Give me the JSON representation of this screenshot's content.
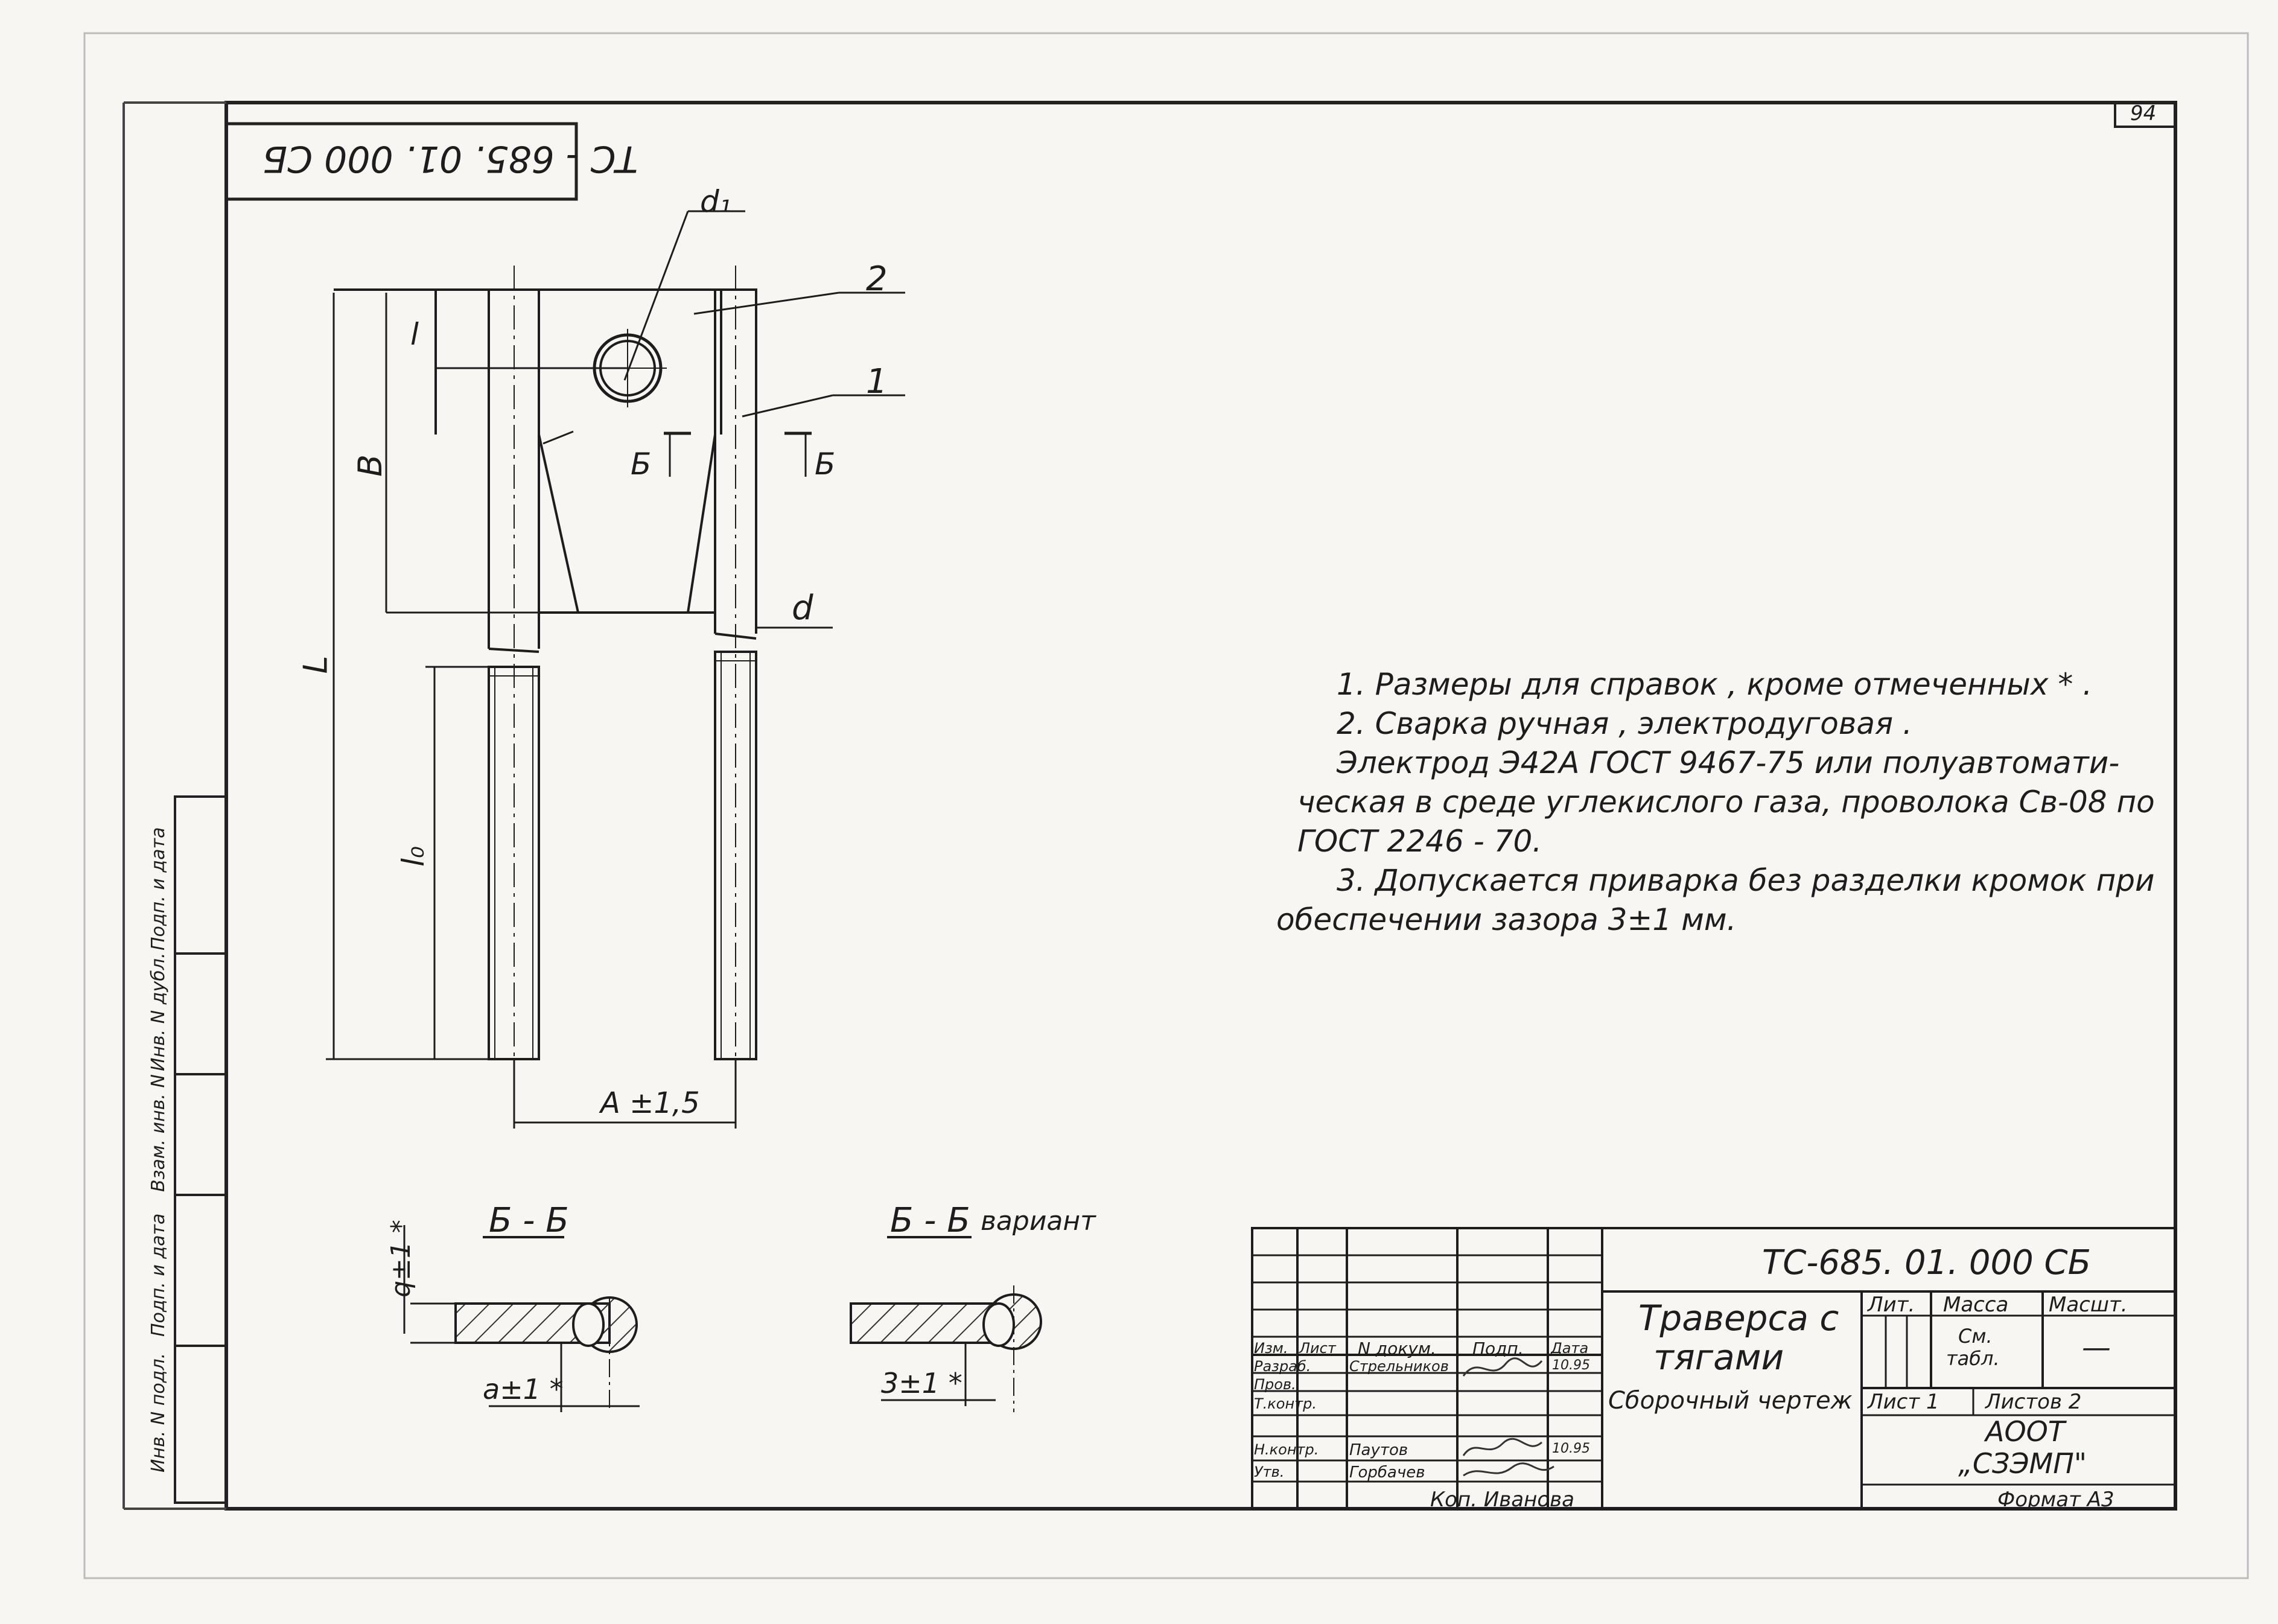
{
  "sheet_number": "94",
  "code_rotated": "ТС - 685. 01. 000 СБ",
  "side_stamp": [
    "Инв. N подл.",
    "Подп. и дата",
    "Взам. инв. N",
    "Инв. N дубл.",
    "Подп. и дата"
  ],
  "drawing": {
    "label_d1": "d₁",
    "label_2": "2",
    "label_1": "1",
    "label_l": "l",
    "label_B": "В",
    "label_L": "L",
    "label_l0": "l₀",
    "label_d": "d",
    "label_section": "Б",
    "label_A": "А ±1,5"
  },
  "sections": {
    "left_title": "Б - Б",
    "left_dim_v": "q±1 *",
    "left_dim_h": "a±1 *",
    "right_title": "Б - Б",
    "right_variant": "вариант",
    "right_dim": "3±1 *"
  },
  "notes": [
    "1. Размеры для справок , кроме отмеченных * .",
    "2. Сварка ручная , электродуговая .",
    "Электрод Э42А ГОСТ 9467-75  или полуавтомати-",
    "ческая в среде углекислого газа, проволока Св-08 по",
    "ГОСТ 2246 - 70.",
    "3. Допускается  приварка без разделки кромок при",
    "обеспечении зазора 3±1 мм."
  ],
  "title_block": {
    "code": "ТС-685. 01. 000 СБ",
    "headers": {
      "izm": "Изм.",
      "list": "Лист",
      "ndoc": "N докум.",
      "podp": "Подп.",
      "data": "Дата"
    },
    "rows": [
      {
        "role": "Разраб.",
        "name": "Стрельников",
        "date": "10.95"
      },
      {
        "role": "Пров.",
        "name": "",
        "date": ""
      },
      {
        "role": "Т.контр.",
        "name": "",
        "date": ""
      },
      {
        "role": "Н.контр.",
        "name": "Паутов",
        "date": "10.95"
      },
      {
        "role": "Утв.",
        "name": "Горбачев",
        "date": ""
      }
    ],
    "name_line1": "Траверса с",
    "name_line2": "тягами",
    "doc_type": "Сборочный чертеж",
    "lit_label": "Лит.",
    "massa_label": "Масса",
    "masht_label": "Масшт.",
    "massa_value_line1": "См.",
    "massa_value_line2": "табл.",
    "masht_value": "—",
    "sheet_label": "Лист 1",
    "sheets_label": "Листов  2",
    "org_line1": "АООТ",
    "org_line2": "„СЗЭМП\"",
    "kop_label": "Коп. Иванова",
    "format_label": "Формат А3"
  }
}
